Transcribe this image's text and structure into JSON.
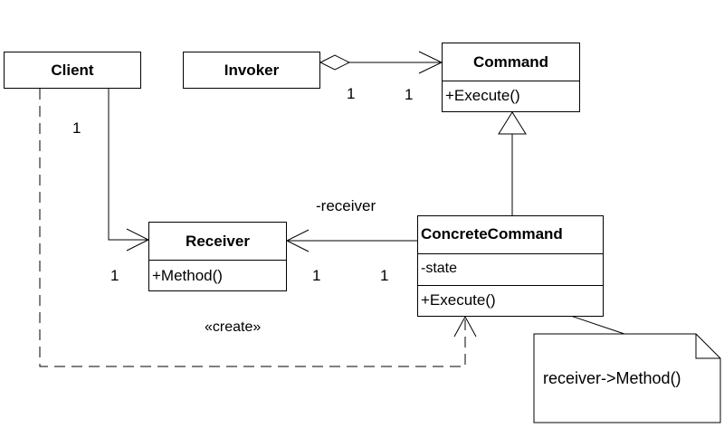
{
  "classes": {
    "client": {
      "name": "Client"
    },
    "invoker": {
      "name": "Invoker"
    },
    "command": {
      "name": "Command",
      "operation": "+Execute()"
    },
    "receiver": {
      "name": "Receiver",
      "operation": "+Method()"
    },
    "concrete_command": {
      "name": "ConcreteCommand",
      "attribute": "-state",
      "operation": "+Execute()"
    }
  },
  "relations": {
    "invoker_command": {
      "invoker_mult": "1",
      "command_mult": "1"
    },
    "client_receiver": {
      "client_mult": "1",
      "receiver_mult": "1"
    },
    "concrete_receiver": {
      "role": "-receiver",
      "receiver_mult": "1",
      "concrete_mult": "1"
    },
    "client_concrete": {
      "stereotype": "«create»"
    }
  },
  "note": {
    "text": "receiver->Method()"
  }
}
